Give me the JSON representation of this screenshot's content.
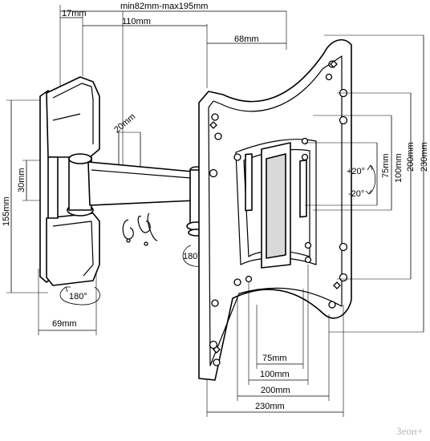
{
  "dimensions": {
    "top_left": "17mm",
    "arm_range": "min82mm-max195mm",
    "arm_length": "110mm",
    "offset_right": "68mm",
    "arm_thickness": "20mm",
    "wall_gap": "30mm",
    "wall_height": "155mm",
    "wall_width": "69mm",
    "rotation_wall": "180°",
    "rotation_mid": "180°",
    "tilt_up": "+20°",
    "tilt_down": "-20°",
    "v_75": "75mm",
    "v_100": "100mm",
    "v_200": "200mm",
    "v_230": "230mm",
    "h_75": "75mm",
    "h_100": "100mm",
    "h_200": "200mm",
    "h_230": "230mm"
  },
  "watermark": "Зеон+"
}
